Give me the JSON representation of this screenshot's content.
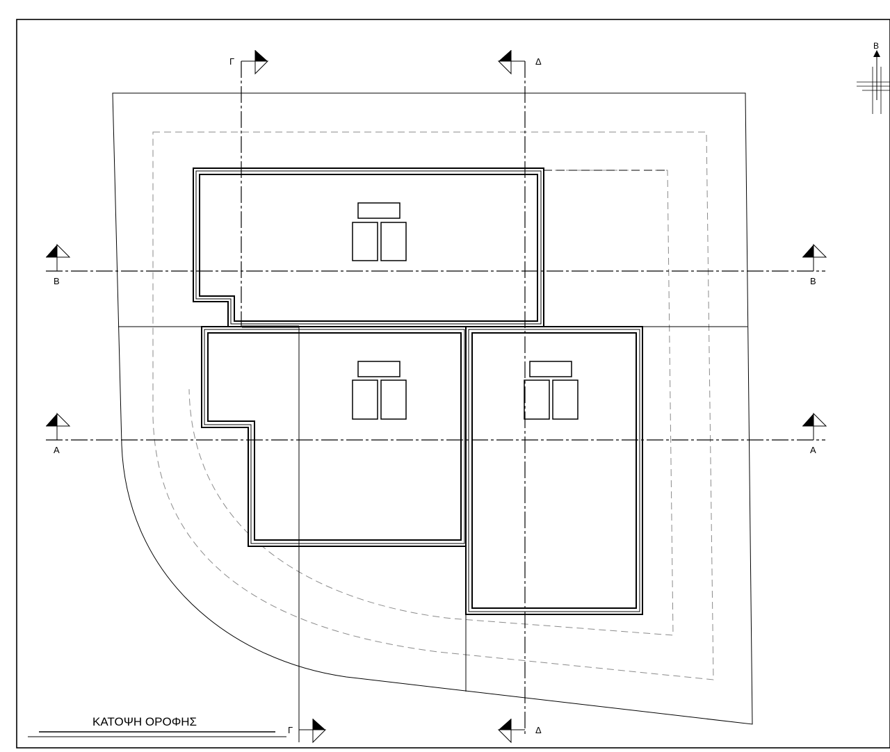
{
  "drawing": {
    "title": "ΚΑΤΟΨΗ ΟΡΟΦΗΣ",
    "north_label": "Β"
  },
  "section_markers": {
    "gamma": "Γ",
    "delta": "Δ",
    "beta": "Β",
    "alpha": "Α"
  }
}
